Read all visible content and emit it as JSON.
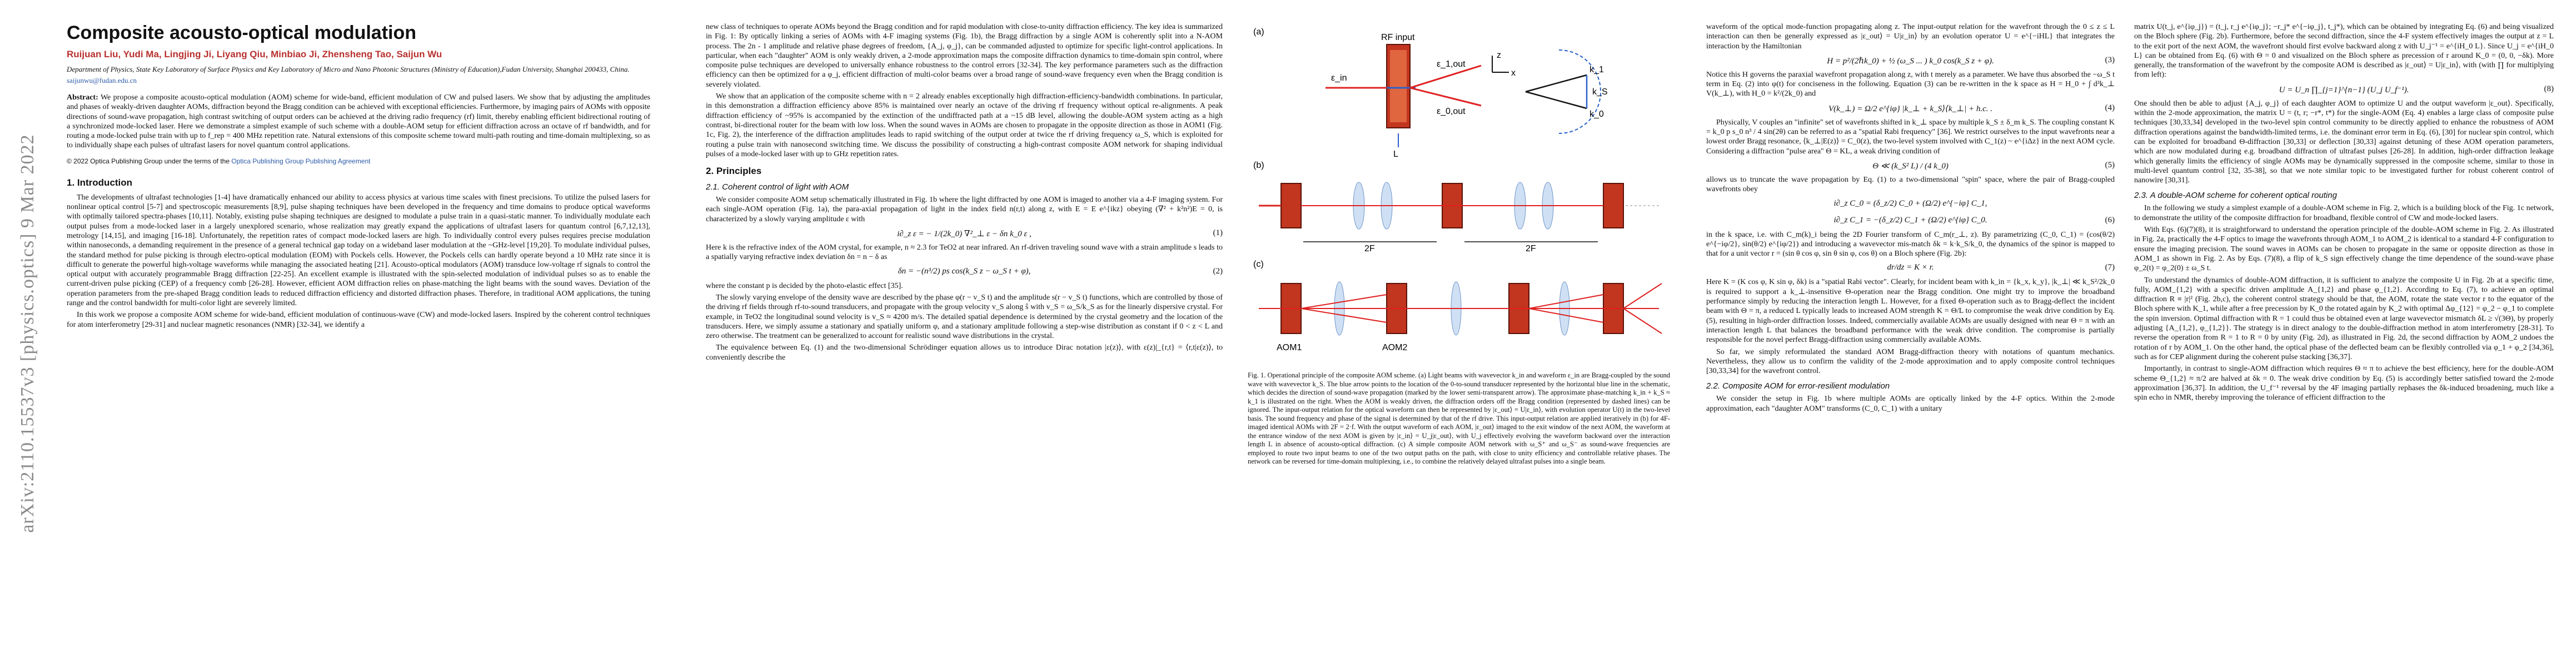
{
  "sidebar": {
    "arxiv_stamp": "arXiv:2110.15537v3  [physics.optics]  9 Mar 2022"
  },
  "page1": {
    "title": "Composite acousto-optical modulation",
    "authors": "Ruijuan Liu, Yudi Ma, Lingjing Ji, Liyang Qiu, Minbiao Ji, Zhensheng Tao, Saijun Wu",
    "affiliation": "Department of Physics, State Key Laboratory of Surface Physics and Key Laboratory of Micro and Nano Photonic Structures (Ministry of Education),Fudan University, Shanghai 200433, China.",
    "email": "saijunwu@fudan.edu.cn",
    "abstract_label": "Abstract:",
    "abstract": "We propose a composite acousto-optical modulation (AOM) scheme for wide-band, efficient modulation of CW and pulsed lasers. We show that by adjusting the amplitudes and phases of weakly-driven daughter AOMs, diffraction beyond the Bragg condition can be achieved with exceptional efficiencies. Furthermore, by imaging pairs of AOMs with opposite directions of sound-wave propagation, high contrast switching of output orders can be achieved at the driving radio frequency (rf) limit, thereby enabling efficient bidirectional routing of a synchronized mode-locked laser. Here we demonstrate a simplest example of such scheme with a double-AOM setup for efficient diffraction across an octave of rf bandwidth, and for routing a mode-locked pulse train with up to f_rep = 400 MHz repetition rate. Natural extensions of this composite scheme toward multi-path routing and time-domain multiplexing, so as to individually shape each pulses of ultrafast lasers for novel quantum control applications.",
    "copyright": "© 2022 Optica Publishing Group under the terms of the",
    "copyright_link": "Optica Publishing Group Publishing Agreement",
    "section1": "1.   Introduction",
    "intro_p1": "The developments of ultrafast technologies [1-4] have dramatically enhanced our ability to access physics at various time scales with finest precisions. To utilize the pulsed lasers for nonlinear optical control [5-7] and spectroscopic measurements [8,9], pulse shaping techniques have been developed in the frequency and time domains to produce optical waveforms with optimally tailored spectra-phases [10,11]. Notably, existing pulse shaping techniques are designed to modulate a pulse train in a quasi-static manner. To individually modulate each output pulses from a mode-locked laser in a largely unexplored scenario, whose realization may greatly expand the applications of ultrafast lasers for quantum control [6,7,12,13], metrology [14,15], and imaging [16-18]. Unfortunately, the repetition rates of compact mode-locked lasers are high. To individually control every pulses requires precise modulation within nanoseconds, a demanding requirement in the presence of a general technical gap today on a wideband laser modulation at the ~GHz-level [19,20]. To modulate individual pulses, the standard method for pulse picking is through electro-optical modulation (EOM) with Pockels cells. However, the Pockels cells can hardly operate beyond a 10 MHz rate since it is difficult to generate the powerful high-voltage waveforms while managing the associated heating [21]. Acousto-optical modulators (AOM) transduce low-voltage rf signals to control the optical output with accurately programmable Bragg diffraction [22-25]. An excellent example is illustrated with the spin-selected modulation of individual pulses so as to enable the current-driven pulse picking (CEP) of a frequency comb [26-28]. However, efficient AOM diffraction relies on phase-matching the light beams with the sound waves. Deviation of the operation parameters from the pre-shaped Bragg condition leads to reduced diffraction efficiency and distorted diffraction phases. Therefore, in traditional AOM applications, the tuning range and the control bandwidth for multi-color light are severely limited.",
    "intro_p2": "In this work we propose a composite AOM scheme for wide-band, efficient modulation of continuous-wave (CW) and mode-locked lasers. Inspired by the coherent control techniques for atom interferometry [29-31] and nuclear magnetic resonances (NMR) [32-34], we identify a"
  },
  "page2": {
    "col_p1": "new class of techniques to operate AOMs beyond the Bragg condition and for rapid modulation with close-to-unity diffraction efficiency. The key idea is summarized in Fig. 1: By optically linking a series of AOMs with 4-F imaging systems (Fig. 1b), the Bragg diffraction by a single AOM is coherently split into a N-AOM process. The 2n - 1 amplitude and relative phase degrees of freedom, {A_j, φ_j}, can be commanded adjusted to optimize for specific light-control applications. In particular, when each \"daughter\" AOM is only weakly driven, a 2-mode approximation maps the composite diffraction dynamics to time-domain spin control, where composite pulse techniques are developed to universally enhance robustness to the control errors [32-34]. The key performance parameters such as the diffraction efficiency can then be optimized for a φ_j, efficient diffraction of multi-color beams over a broad range of sound-wave frequency even when the Bragg condition is severely violated.",
    "col_p2": "We show that an application of the composite scheme with n = 2 already enables exceptionally high diffraction-efficiency-bandwidth combinations. In particular, in this demonstration a diffraction efficiency above 85% is maintained over nearly an octave of the driving rf frequency without optical re-alignments. A peak diffraction efficiency of ~95% is accompanied by the extinction of the undiffracted path at a ~15 dB level, allowing the double-AOM system acting as a high contrast, bi-directional router for the beam with low loss. When the sound waves in AOMs are chosen to propagate in the opposite direction as those in AOM1 (Fig. 1c, Fig. 2), the interference of the diffraction amplitudes leads to rapid switching of the output order at twice the rf driving frequency ω_S, which is exploited for routing a pulse train with nanosecond switching time. We discuss the possibility of constructing a high-contrast composite AOM network for shaping individual pulses of a mode-locked laser with up to GHz repetition rates.",
    "section2": "2.   Principles",
    "section21": "2.1.   Coherent control of light with AOM",
    "p21a": "We consider composite AOM setup schematically illustrated in Fig. 1b where the light diffracted by one AOM is imaged to another via a 4-F imaging system. For each single-AOM operation (Fig. 1a), the para-axial propagation of light in the index field n(r,t) along z, with E = E e^{ikz} obeying (∇² + k²n²)E = 0, is characterized by a slowly varying amplitude ε with",
    "eq1": "i∂_z ε = − 1/(2k_0) ∇²_⊥ ε − δn k_0 ε ,",
    "eq1_num": "(1)",
    "p21b": "Here k is the refractive index of the AOM crystal, for example, n ≈ 2.3 for TeO2 at near infrared. An rf-driven traveling sound wave with a strain amplitude s leads to a spatially varying refractive index deviation δn = n − δ as",
    "eq2": "δn = −(n³/2) ps cos(k_S z − ω_S t + φ),",
    "eq2_num": "(2)",
    "p21c": "where the constant p is decided by the photo-elastic effect [35].",
    "p21d": "The slowly varying envelope of the density wave are described by the phase φ(r − v_S t) and the amplitude s(r − v_S t) functions, which are controlled by those of the driving rf fields through rf-to-sound transducers, and propagate with the group velocity v_S along ŝ with v_S = ω_S/k_S as for the linearly dispersive crystal. For example, in TeO2 the longitudinal sound velocity is v_S ≈ 4200 m/s. The detailed spatial dependence is determined by the crystal geometry and the location of the transducers. Here, we simply assume a stationary and spatially uniform φ, and a stationary amplitude following a step-wise distribution as constant if 0 < z < L and zero otherwise. The treatment can be generalized to account for realistic sound wave distributions in the crystal.",
    "p21e": "The equivalence between Eq. (1) and the two-dimensional Schrödinger equation allows us to introduce Dirac notation |ε(z)⟩, with ε(z)|_{r,t} = ⟨r,t|ε(z)⟩, to conveniently describe the"
  },
  "figure1": {
    "panel_a": "(a)",
    "panel_b": "(b)",
    "panel_c": "(c)",
    "label_rf_input": "RF input",
    "label_ein": "ε_in",
    "label_eout": "ε_1,out",
    "label_e0out": "ε_0,out",
    "label_length": "L",
    "label_ks": "k_S",
    "label_k1": "k_1",
    "label_k0": "k_0",
    "label_z": "z",
    "label_x": "x",
    "label_2f": "2F",
    "label_aom1": "AOM1",
    "label_aom2": "AOM2",
    "caption": "Fig. 1. Operational principle of the composite AOM scheme. (a) Light beams with wavevector k_in and waveform ε_in are Bragg-coupled by the sound wave with wavevector k_S. The blue arrow points to the location of the 0-to-sound transducer represented by the horizontal blue line in the schematic, which decides the direction of sound-wave propagation (marked by the lower semi-transparent arrow). The approximate phase-matching k_in + k_S ≈ k_1 is illustrated on the right. When the AOM is weakly driven, the diffraction orders off the Bragg condition (represented by dashed lines) can be ignored. The input-output relation for the optical waveform can then be represented by |ε_out⟩ = U|ε_in⟩, with evolution operator U(t) in the two-level basis. The sound frequency and phase of the signal is determined by that of the rf drive. This input-output relation are applied iteratively in (b) for 4F-imaged identical AOMs with 2F = 2·f. With the output waveform of each AOM, |ε_out⟩ imaged to the exit window of the next AOM, the waveform at the entrance window of the next AOM is given by |ε_in⟩ = U_j|ε_out⟩, with U_j effectively evolving the waveform backward over the interaction length L in absence of acousto-optical diffraction. (c) A simple composite AOM network with ω_S⁺ and ω_S⁻ as sound-wave frequencies are employed to route two input beams to one of the two output paths on the path, with close to unity efficiency and controllable relative phases. The network can be reversed for time-domain multiplexing, i.e., to combine the relatively delayed ultrafast pulses into a single beam."
  },
  "page3": {
    "c1_p1": "waveform of the optical mode-function propagating along z. The input-output relation for the wavefront through the 0 ≤ z ≤ L interaction can then be generally expressed as |ε_out⟩ = U|ε_in⟩ by an evolution operator U = e^{−iHL} that integrates the interaction by the Hamiltonian",
    "eq3": "H = p²/(2ℏk_0) + ½ (ω_S ... ) k_0 cos(k_S z + φ).",
    "eq3_num": "(3)",
    "c1_p2": "Notice this H governs the paraxial wavefront propagation along z, with t merely as a parameter. We have thus absorbed the −ω_S t term in Eq. (2) into φ(t) for conciseness in the following. Equation (3) can be re-written in the k space as H = H_0 + ∫ d³k_⊥ V(k_⊥), with H_0 = k²/(2k_0) and",
    "eq4": "V(k_⊥) = Ω/2 e^{iφ} |k_⊥ + k_S⟩⟨k_⊥| + h.c. .",
    "eq4_num": "(4)",
    "c1_p3": "Physically, V couples an \"infinite\" set of wavefronts shifted in k_⊥ space by multiple k_S ± δ_m k_S. The coupling constant K = k_0 p s_0 n³ / 4 sin(2θ) can be referred to as a \"spatial Rabi frequency\" [36]. We restrict ourselves to the input wavefronts near a lowest order Bragg resonance, ⟨k_⊥|E(z)⟩ = C_0(z), the two-level system involved with C_1(z) ~ e^{iΔz} in the next AOM cycle. Considering a diffraction \"pulse area\" Θ = KL, a weak driving condition of",
    "eq5": "Θ ≪ (k_S² L) / (4 k_0)",
    "eq5_num": "(5)",
    "c1_p4": "allows us to truncate the wave propagation by Eq. (1) to a two-dimensional \"spin\" space, where the pair of Bragg-coupled wavefronts obey",
    "eq6a": "i∂_z C_0 = (δ_z/2) C_0 + (Ω/2) e^{−iφ} C_1,",
    "eq6b": "i∂_z C_1 = −(δ_z/2) C_1 + (Ω/2) e^{iφ} C_0.",
    "eq6_num": "(6)",
    "c1_p5": "in the k space, i.e. with C_m(k)_i being the 2D Fourier transform of C_m(r_⊥, z). By parametrizing (C_0, C_1) = (cos(θ/2) e^{−iφ/2}, sin(θ/2) e^{iφ/2}) and introducing a wavevector mis-match δk = k·k_S/k_0, the dynamics of the spinor is mapped to that for a unit vector r = (sin θ cos φ, sin θ sin φ, cos θ) on a Bloch sphere (Fig. 2b):",
    "eq7": "dr/dz = K × r.",
    "eq7_num": "(7)",
    "c1_p6": "Here K = (K cos φ, K sin φ, δk) is a \"spatial Rabi vector\". Clearly, for incident beam with k_in = {k_x, k_y}, |k_⊥| ≪ k_S²/2k_0 is required to support a k_⊥-insensitive Θ-operation near the Bragg condition. One might try to improve the broadband performance simply by reducing the interaction length L. However, for a fixed Θ-operation such as to Bragg-deflect the incident beam with Θ = π, a reduced L typically leads to increased AOM strength K = Θ/L to compromise the weak drive condition by Eq. (5), resulting in high-order diffraction losses. Indeed, commercially available AOMs are usually designed with near Θ = π with an interaction length L that balances the broadband performance with the weak drive condition. The compromise is partially responsible for the novel perfect Bragg-diffraction using commercially available AOMs.",
    "c1_p7": "So far, we simply reformulated the standard AOM Bragg-diffraction theory with notations of quantum mechanics. Nevertheless, they allow us to confirm the validity of the 2-mode approximation and to apply composite control techniques [30,33,34] for the wavefront control.",
    "section22": "2.2.   Composite AOM for error-resilient modulation",
    "c1_p8": "We consider the setup in Fig. 1b where multiple AOMs are optically linked by the 4-F optics. Within the 2-mode approximation, each \"daughter AOM\" transforms (C_0, C_1) with a unitary",
    "c2_p1": "matrix U(t_j, e^{iφ_j}) = (t_j, r_j e^{iφ_j}; −r_j* e^{−iφ_j}, t_j*), which can be obtained by integrating Eq. (6) and being visualized on the Bloch sphere (Fig. 2b). Furthermore, before the second diffraction, since the 4-F system effectively images the output at z = L to the exit port of the next AOM, the wavefront should first evolve backward along z with U_j⁻¹ = e^{iH_0 L}. Since U_j = e^{iH_0 L} can be obtained from Eq. (6) with Θ = 0 and visualized on the Bloch sphere as precession of r around K_0 = (0, 0, −δk). More generally, the transformation of the wavefront by the composite AOM is described as |ε_out⟩ = U|ε_in⟩, with (with ∏ for multiplying from left):",
    "eq8": "U = U_n ∏_{j=1}^{n−1} (U_j U_f⁻¹).",
    "eq8_num": "(8)",
    "c2_p2": "One should then be able to adjust {A_j, φ_j} of each daughter AOM to optimize U and the output waveform |ε_out⟩. Specifically, within the 2-mode approximation, the matrix U = (t, r; −r*, t*) for the single-AOM (Eq. 4) enables a large class of composite pulse techniques [30,33,34] developed in the two-level spin control community to be directly applied to enhance the robustness of AOM diffraction operations against the bandwidth-limited terms, i.e. the dominant error term in Eq. (6), [30] for nuclear spin control, which can be exploited for broadband Θ-diffraction [30,33] or deflection [30,33] against detuning of these AOM operation parameters, which are now modulated during e.g. broadband diffraction of ultrafast pulses [26-28]. In addition, high-order diffraction leakage which generally limits the efficiency of single AOMs may be dynamically suppressed in the composite scheme, similar to those in multi-level quantum control [32, 35-38], so that we note similar topic to be investigated further for robust coherent control of nanowire [30,31].",
    "section23": "2.3.   A double-AOM scheme for coherent optical routing",
    "c2_p3": "In the following we study a simplest example of a double-AOM scheme in Fig. 2, which is a building block of the Fig. 1c network, to demonstrate the utility of the composite diffraction for broadband, flexible control of CW and mode-locked lasers.",
    "c2_p4": "With Eqs. (6)(7)(8), it is straightforward to understand the operation principle of the double-AOM scheme in Fig. 2. As illustrated in Fig. 2a, practically the 4-F optics to image the wavefronts through AOM_1 to AOM_2 is identical to a standard 4-F configuration to ensure the imaging precision. The sound waves in AOMs can be chosen to propagate in the same or opposite direction as those in AOM_1 as shown in Fig. 2. As by Eqs. (7)(8), a flip of k_S sign effectively change the time dependence of the sound-wave phase φ_2(t) = φ_2(0) ± ω_S t.",
    "c2_p5": "To understand the dynamics of double-AOM diffraction, it is sufficient to analyze the composite U in Fig. 2b at a specific time, fully, AOM_{1,2} with a specific driven amplitude A_{1,2} and phase φ_{1,2}. According to Eq. (7), to achieve an optimal diffraction R ≡ |r|² (Fig. 2b,c), the coherent control strategy should be that, the AOM, rotate the state vector r to the equator of the Bloch sphere with K_1, while after a free precession by K_0 the rotated again by K_2 with optimal Δφ_{12} = φ_2 − φ_1 to complete the spin inversion. Optimal diffraction with R = 1 could thus be obtained even at large wavevector mismatch δL ≥ √(3Θ), by properly adjusting {A_{1,2}, φ_{1,2}}. The strategy is in direct analogy to the double-diffraction method in atom interferometry [28-31]. To reverse the operation from R = 1 to R = 0 by unity (Fig. 2d), as illustrated in Fig. 2d, the second diffraction by AOM_2 undoes the rotation of r by AOM_1. On the other hand, the optical phase of the deflected beam can be flexibly controlled via φ_1 + φ_2 [34,36], such as for CEP alignment during the coherent pulse stacking [36,37].",
    "c2_p6": "Importantly, in contrast to single-AOM diffraction which requires Θ ≈ π to achieve the best efficiency, here for the double-AOM scheme Θ_{1,2} ≈ π/2 are halved at δk = 0. The weak drive condition by Eq. (5) is accordingly better satisfied toward the 2-mode approximation [36,37]. In addition, the U_f⁻¹ reversal by the 4F imaging partially rephases the δk-induced broadening, much like a spin echo in NMR, thereby improving the tolerance of efficient diffraction to the"
  }
}
